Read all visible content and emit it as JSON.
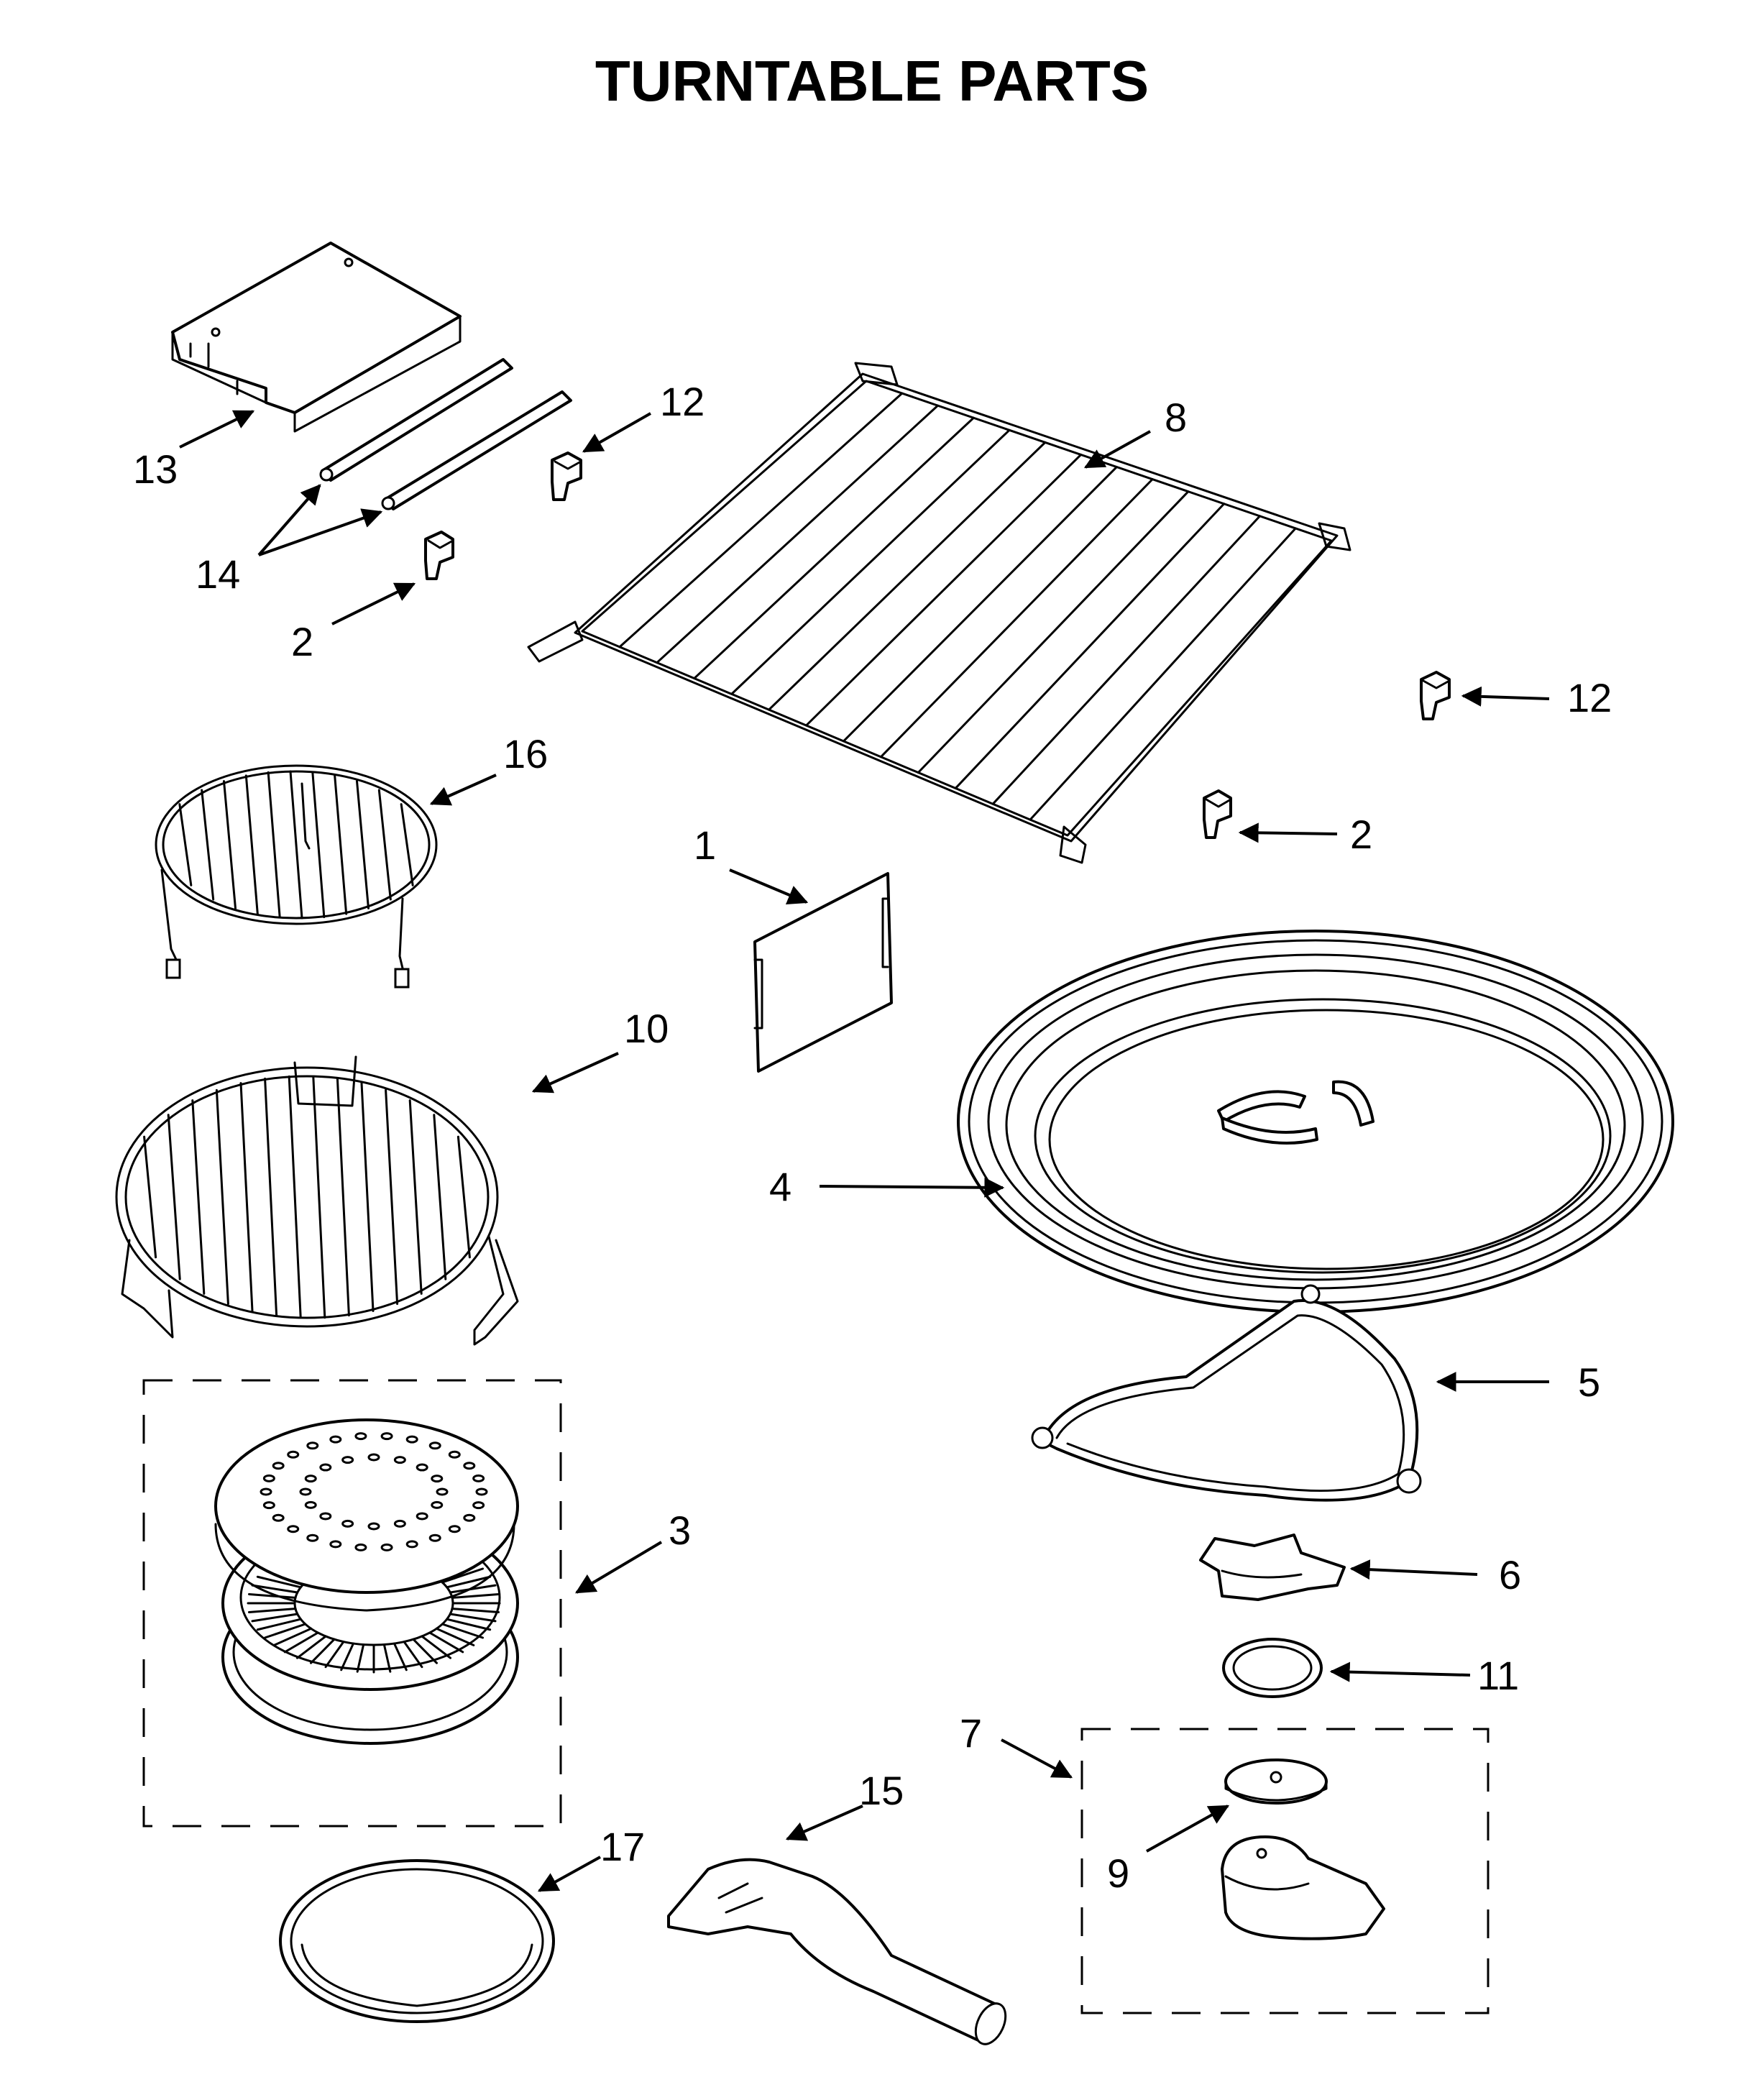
{
  "title": "TURNTABLE PARTS",
  "callouts": {
    "p1": "1",
    "p2a": "2",
    "p2b": "2",
    "p3": "3",
    "p4": "4",
    "p5": "5",
    "p6": "6",
    "p7": "7",
    "p8": "8",
    "p9": "9",
    "p10": "10",
    "p11": "11",
    "p12a": "12",
    "p12b": "12",
    "p13": "13",
    "p14": "14",
    "p15": "15",
    "p16": "16",
    "p17": "17"
  }
}
